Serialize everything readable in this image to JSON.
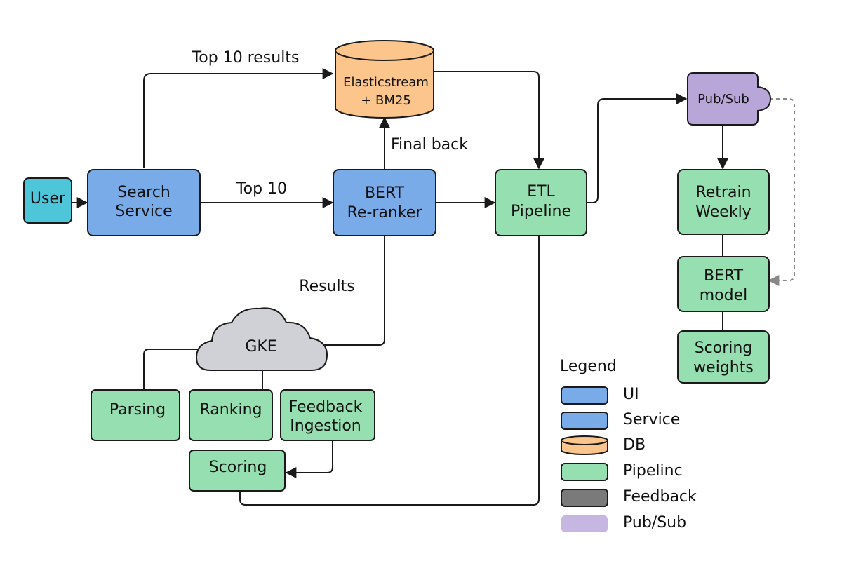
{
  "nodes": {
    "user": "User",
    "search_service": [
      "Search",
      "Service"
    ],
    "elastic": [
      "Elasticstream",
      "+ BM25"
    ],
    "bert_reranker": [
      "BERT",
      "Re-ranker"
    ],
    "etl": [
      "ETL",
      "Pipeline"
    ],
    "pubsub": "Pub/Sub",
    "retrain": [
      "Retrain",
      "Weekly"
    ],
    "bert_model": [
      "BERT",
      "model"
    ],
    "scoring_weights": [
      "Scoring",
      "weights"
    ],
    "gke": "GKE",
    "parsing": "Parsing",
    "ranking": "Ranking",
    "feedback_ingestion": [
      "Feedback",
      "Ingestion"
    ],
    "scoring": "Scoring"
  },
  "edges": {
    "top10_results": "Top 10 results",
    "top10": "Top 10",
    "final_back": "Final back",
    "results": "Results"
  },
  "legend": {
    "title": "Legend",
    "items": [
      {
        "label": "UI",
        "color": "#79abe9"
      },
      {
        "label": "Service",
        "color": "#79abe9"
      },
      {
        "label": "DB",
        "color": "#fbc58c"
      },
      {
        "label": "Pipelinc",
        "color": "#95dfb0"
      },
      {
        "label": "Feedback",
        "color": "#7a7a7a"
      },
      {
        "label": "Pub/Sub",
        "color": "#b8a6d8"
      }
    ]
  }
}
